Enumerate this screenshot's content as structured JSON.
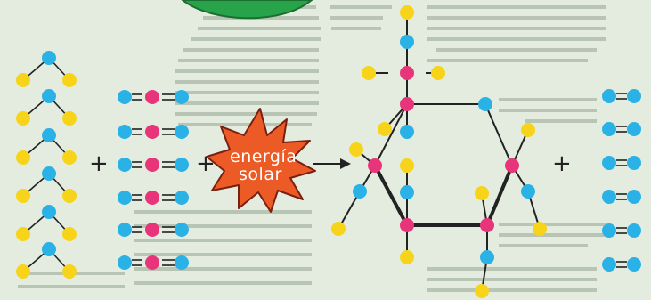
{
  "colors": {
    "background": "#e3ecdf",
    "carbon": "#e8357a",
    "hydrogen": "#f7d31a",
    "oxygen": "#2ab2e6",
    "leaf": "#27a44a",
    "star_fill": "#ec5a25",
    "star_stroke": "#7a2010",
    "bond": "#222222"
  },
  "reaction": {
    "plus_sign": "+",
    "energy_label_line1": "energía",
    "energy_label_line2": "solar",
    "arrow_icon": "right-arrow-icon"
  },
  "molecules": {
    "water_count": 6,
    "carbon_dioxide_count": 6,
    "glucose_count": 1,
    "oxygen_count": 6
  }
}
